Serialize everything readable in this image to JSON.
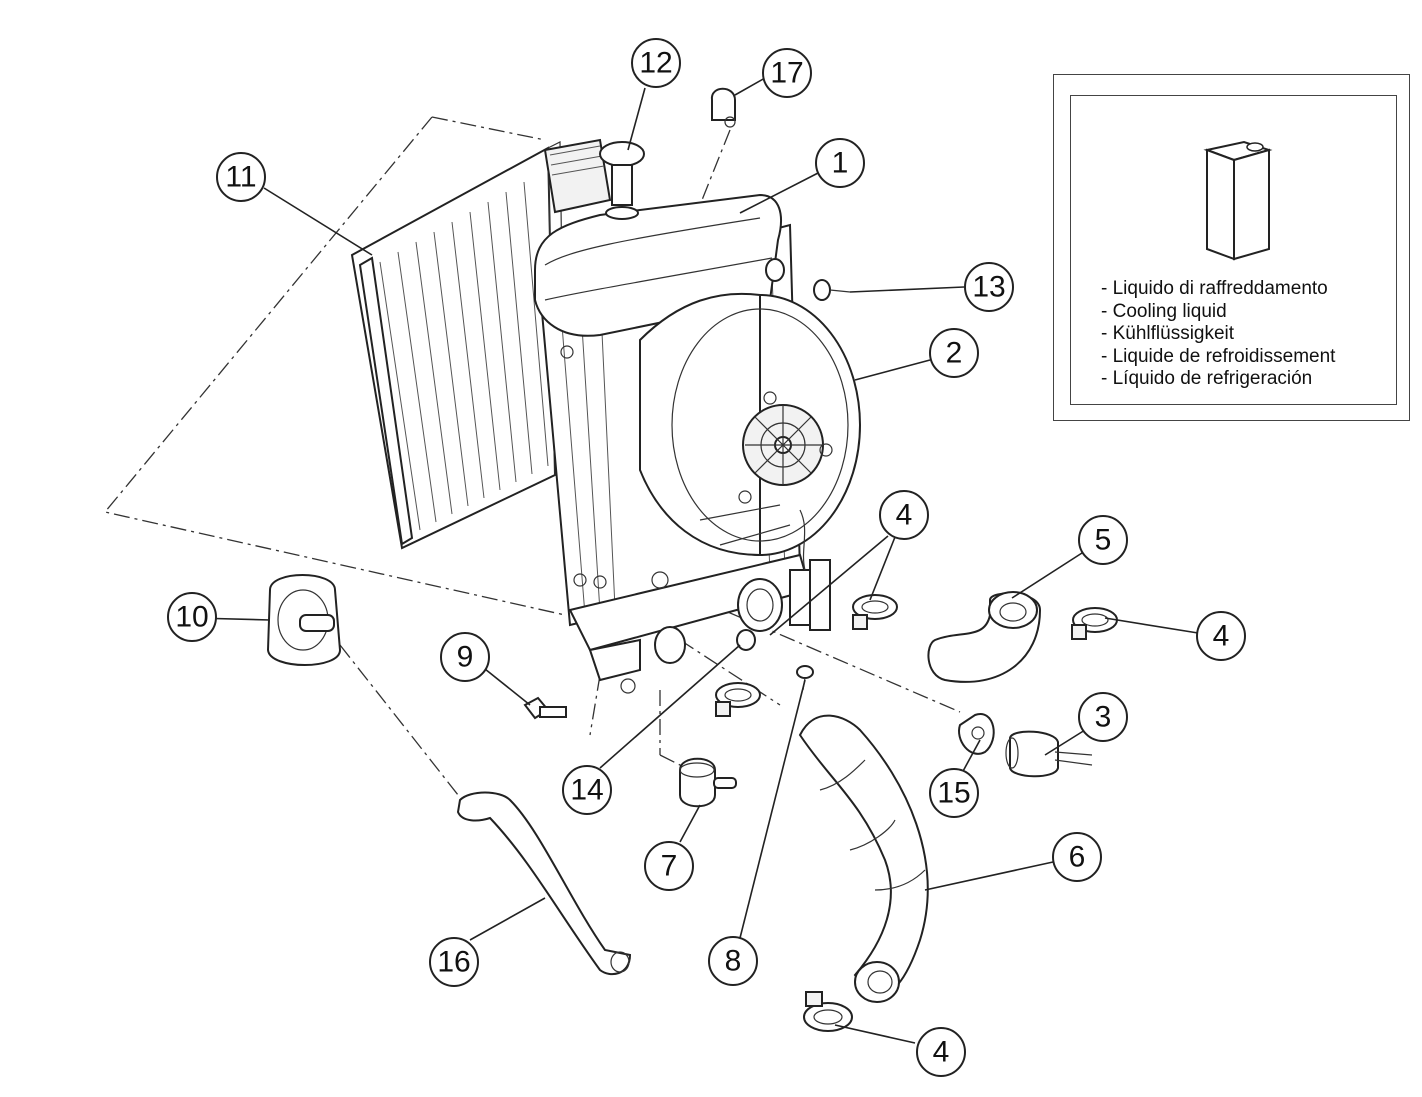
{
  "callouts": [
    {
      "id": "c1",
      "label": "1"
    },
    {
      "id": "c2",
      "label": "2"
    },
    {
      "id": "c3",
      "label": "3"
    },
    {
      "id": "c4a",
      "label": "4"
    },
    {
      "id": "c4b",
      "label": "4"
    },
    {
      "id": "c4c",
      "label": "4"
    },
    {
      "id": "c5",
      "label": "5"
    },
    {
      "id": "c6",
      "label": "6"
    },
    {
      "id": "c7",
      "label": "7"
    },
    {
      "id": "c8",
      "label": "8"
    },
    {
      "id": "c9",
      "label": "9"
    },
    {
      "id": "c10",
      "label": "10"
    },
    {
      "id": "c11",
      "label": "11"
    },
    {
      "id": "c12",
      "label": "12"
    },
    {
      "id": "c13",
      "label": "13"
    },
    {
      "id": "c14",
      "label": "14"
    },
    {
      "id": "c15",
      "label": "15"
    },
    {
      "id": "c16",
      "label": "16"
    },
    {
      "id": "c17",
      "label": "17"
    }
  ],
  "legend": {
    "items": [
      "- Liquido di raffreddamento",
      "- Cooling liquid",
      "- Kühlflüssigkeit",
      "- Liquide de refroidissement",
      "- Líquido de refrigeración"
    ]
  }
}
